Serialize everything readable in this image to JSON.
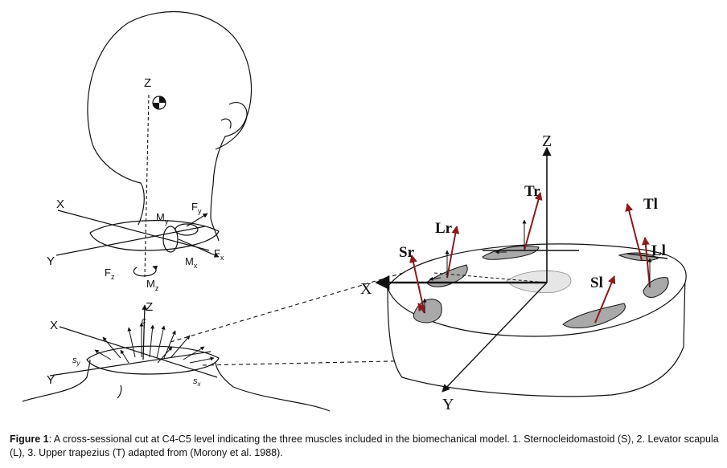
{
  "left_model": {
    "upper": {
      "axis_z": "Z",
      "axis_x": "X",
      "axis_y": "Y",
      "moment_y": "M",
      "moment_y_sub": "y",
      "force_y": "F",
      "force_y_sub": "y",
      "force_x": "F",
      "force_x_sub": "x",
      "moment_x": "M",
      "moment_x_sub": "x",
      "force_z": "F",
      "force_z_sub": "z",
      "moment_z": "M",
      "moment_z_sub": "z"
    },
    "lower": {
      "axis_z": "Z",
      "axis_x": "X",
      "axis_y": "Y",
      "label_c": "c",
      "label_s": "s",
      "label_s_sub": "y",
      "label_sx": "s",
      "label_sx_sub": "x"
    }
  },
  "right_model": {
    "axis_z": "Z",
    "axis_x": "X",
    "axis_y": "Y",
    "tr": "Tr",
    "tl": "Tl",
    "lr": "Lr",
    "ll": "Ll",
    "sr": "Sr",
    "sl": "Sl"
  },
  "caption": {
    "label": "Figure 1",
    "text": ": A cross-sessional cut at C4-C5 level indicating the three muscles included in the biomechanical model. 1. Sternocleidomastoid (S), 2. Levator scapula (L), 3. Upper trapezius (T) adapted from (Morony et al. 1988)."
  },
  "colors": {
    "muscle_arrow": "#8b1a1a",
    "muscle_fill": "#a9a9a9",
    "line": "#111111"
  }
}
